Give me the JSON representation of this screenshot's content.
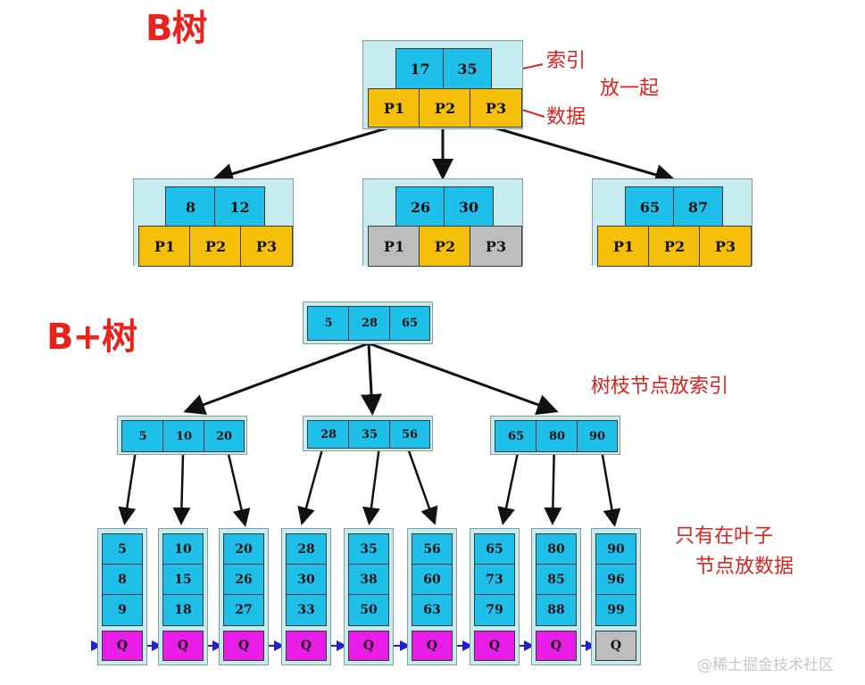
{
  "btree": {
    "title": "B树",
    "root": {
      "keys": [
        "17",
        "35"
      ],
      "pointers": [
        "P1",
        "P2",
        "P3"
      ]
    },
    "children": [
      {
        "keys": [
          "8",
          "12"
        ],
        "pointers": [
          "P1",
          "P2",
          "P3"
        ]
      },
      {
        "keys": [
          "26",
          "30"
        ],
        "pointers": [
          "P1",
          "P2",
          "P3"
        ]
      },
      {
        "keys": [
          "65",
          "87"
        ],
        "pointers": [
          "P1",
          "P2",
          "P3"
        ]
      }
    ],
    "annotations": {
      "index": "索引",
      "together": "放一起",
      "data": "数据"
    }
  },
  "bplustree": {
    "title": "B+树",
    "root": {
      "keys": [
        "5",
        "28",
        "65"
      ]
    },
    "branches": [
      {
        "keys": [
          "5",
          "10",
          "20"
        ]
      },
      {
        "keys": [
          "28",
          "35",
          "56"
        ]
      },
      {
        "keys": [
          "65",
          "80",
          "90"
        ]
      }
    ],
    "leaves": [
      {
        "keys": [
          "5",
          "8",
          "9"
        ],
        "data": "Q"
      },
      {
        "keys": [
          "10",
          "15",
          "18"
        ],
        "data": "Q"
      },
      {
        "keys": [
          "20",
          "26",
          "27"
        ],
        "data": "Q"
      },
      {
        "keys": [
          "28",
          "30",
          "33"
        ],
        "data": "Q"
      },
      {
        "keys": [
          "35",
          "38",
          "50"
        ],
        "data": "Q"
      },
      {
        "keys": [
          "56",
          "60",
          "63"
        ],
        "data": "Q"
      },
      {
        "keys": [
          "65",
          "73",
          "79"
        ],
        "data": "Q"
      },
      {
        "keys": [
          "80",
          "85",
          "88"
        ],
        "data": "Q"
      },
      {
        "keys": [
          "90",
          "96",
          "99"
        ],
        "data": "Q"
      }
    ],
    "annotations": {
      "branch_note": "树枝节点放索引",
      "leaf_note_line1": "只有在叶子",
      "leaf_note_line2": "节点放数据"
    }
  },
  "watermark": "@稀土掘金技术社区",
  "colors": {
    "title": "#e8231c",
    "key": "#1ec0ea",
    "pointer": "#f5bf0a",
    "null_pointer": "#bdbdbd",
    "data_q": "#e81ee8",
    "frame": "#c6ecef",
    "leaf_link": "#2020cc"
  }
}
